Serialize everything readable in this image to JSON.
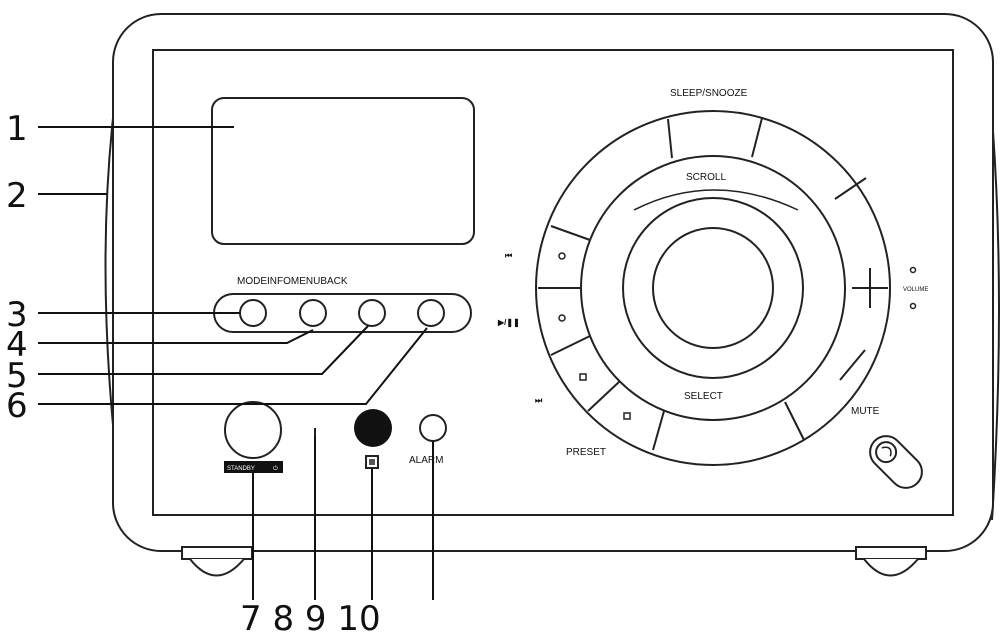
{
  "callouts": {
    "n1": "1",
    "n2": "2",
    "n3": "3",
    "n4": "4",
    "n5": "5",
    "n6": "6",
    "bottom": "7 8 9 10"
  },
  "labels": {
    "button_row": "MODEINFOMENUBACK",
    "sleep_snooze": "SLEEP/SNOOZE",
    "scroll": "SCROLL",
    "select": "SELECT",
    "preset": "PRESET",
    "mute": "MUTE",
    "volume": "VOLUME",
    "standby": "STANDBY",
    "alarm": "ALARM"
  },
  "icons": {
    "prev": "⏮",
    "play_pause": "▶/❚❚",
    "next": "⏭",
    "power": "⏻",
    "headphone": "headphone-icon"
  },
  "colors": {
    "line": "#222222",
    "fill_dark": "#111111",
    "background": "#ffffff"
  }
}
